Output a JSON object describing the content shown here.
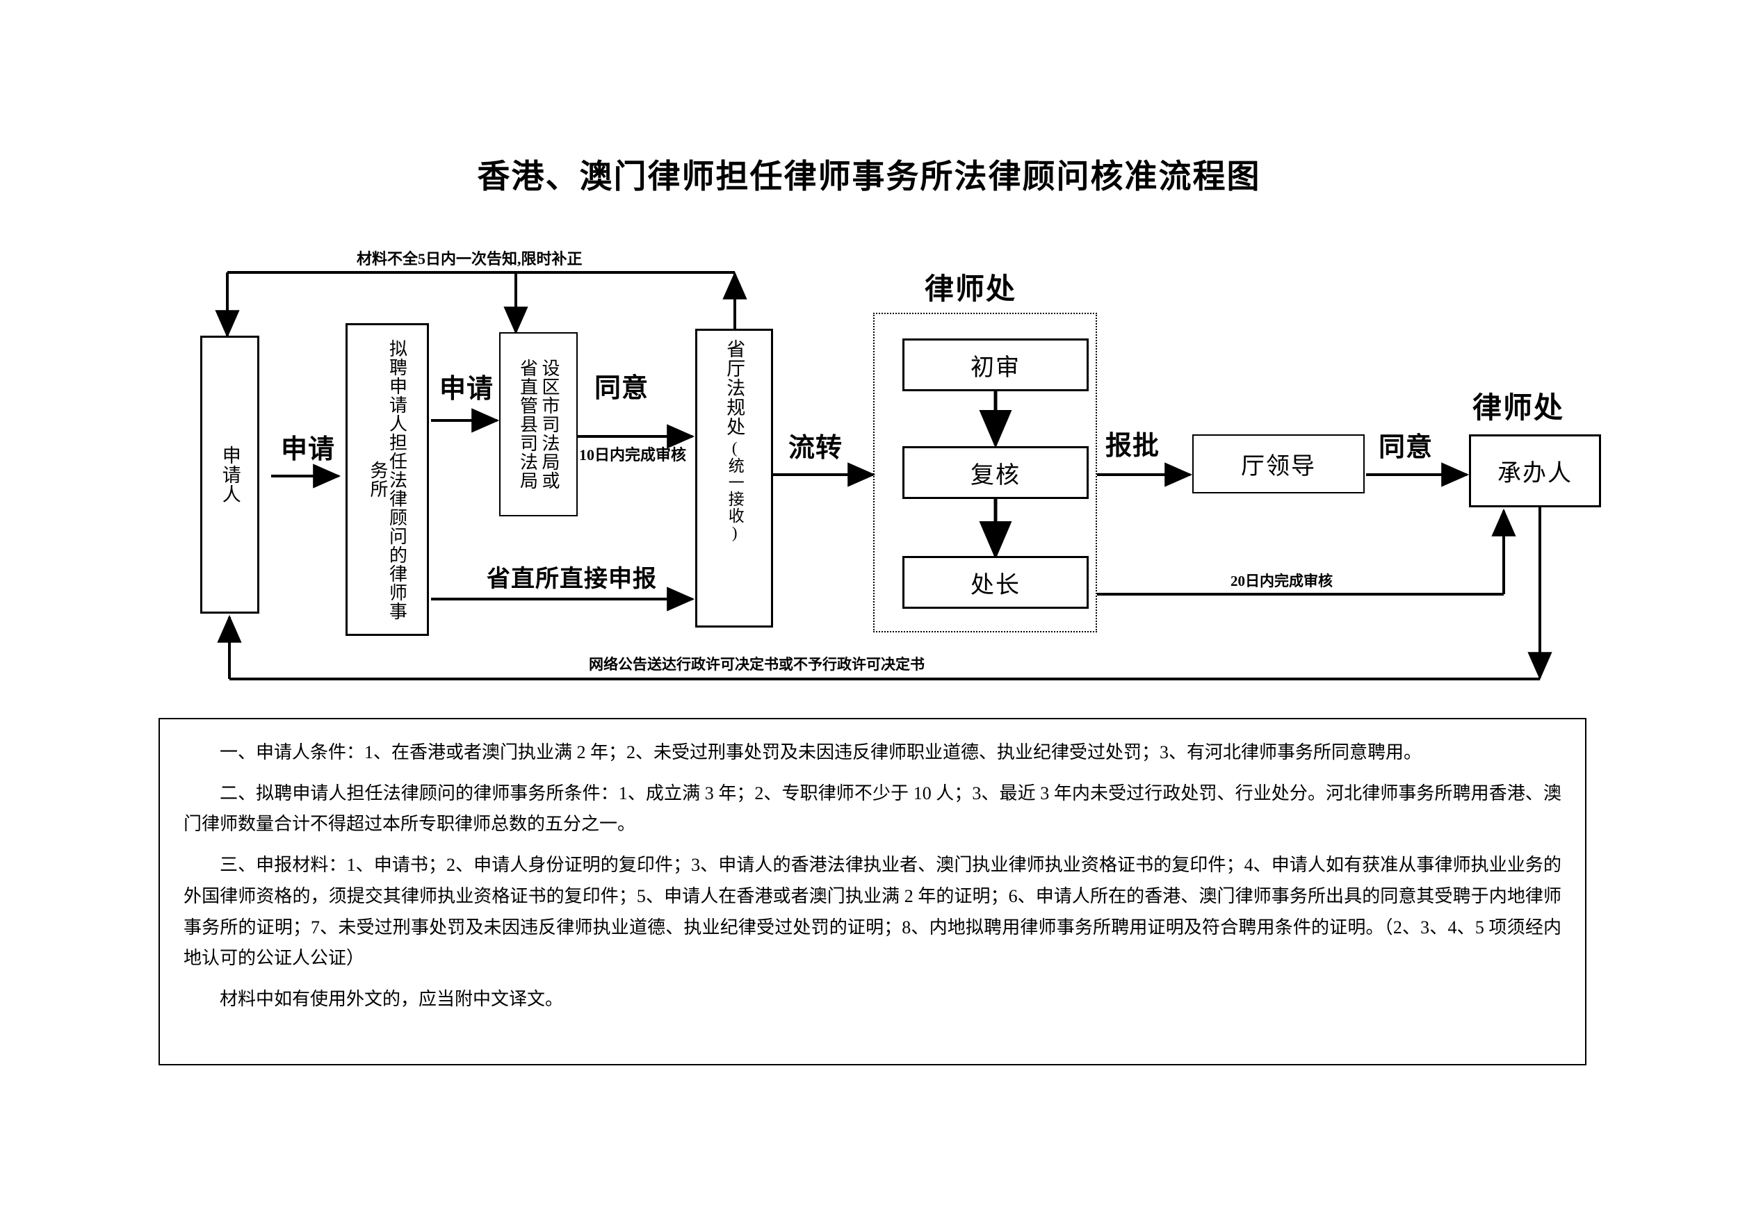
{
  "document": {
    "title": "香港、澳门律师担任律师事务所法律顾问核准流程图"
  },
  "flowchart": {
    "nodes": {
      "applicant": "申请人",
      "law_firm": "拟聘申请人担任法律顾问的律师事务所",
      "justice_bureau_a": "设区市司法局或",
      "justice_bureau_b": "省直管县司法局",
      "regulation_office": "省厅法规处",
      "regulation_office_note": "(统一接收)",
      "first_review": "初审",
      "recheck": "复核",
      "division_chief": "处长",
      "department_leader": "厅领导",
      "handler": "承办人"
    },
    "group_labels": {
      "lawyer_division": "律师处",
      "lawyer_division_right": "律师处"
    },
    "edge_labels": {
      "apply_1": "申请",
      "apply_2": "申请",
      "agree_1": "同意",
      "within_10_days": "10日内完成审核",
      "transfer": "流转",
      "submit_for_approval": "报批",
      "agree_2": "同意",
      "within_20_days": "20日内完成审核",
      "direct_filing": "省直所直接申报",
      "incomplete_notice": "材料不全5日内一次告知,限时补正",
      "web_announcement": "网络公告送达行政许可决定书或不予行政许可决定书"
    }
  },
  "notes": {
    "items": [
      "一、申请人条件：1、在香港或者澳门执业满 2 年；2、未受过刑事处罚及未因违反律师职业道德、执业纪律受过处罚；3、有河北律师事务所同意聘用。",
      "二、拟聘申请人担任法律顾问的律师事务所条件：1、成立满 3 年；2、专职律师不少于 10 人；3、最近 3 年内未受过行政处罚、行业处分。河北律师事务所聘用香港、澳门律师数量合计不得超过本所专职律师总数的五分之一。",
      "三、申报材料：1、申请书；2、申请人身份证明的复印件；3、申请人的香港法律执业者、澳门执业律师执业资格证书的复印件；4、申请人如有获准从事律师执业业务的外国律师资格的，须提交其律师执业资格证书的复印件；5、申请人在香港或者澳门执业满 2 年的证明；6、申请人所在的香港、澳门律师事务所出具的同意其受聘于内地律师事务所的证明；7、未受过刑事处罚及未因违反律师执业道德、执业纪律受过处罚的证明；8、内地拟聘用律师事务所聘用证明及符合聘用条件的证明。（2、3、4、5 项须经内地认可的公证人公证）",
      "材料中如有使用外文的，应当附中文译文。"
    ]
  }
}
